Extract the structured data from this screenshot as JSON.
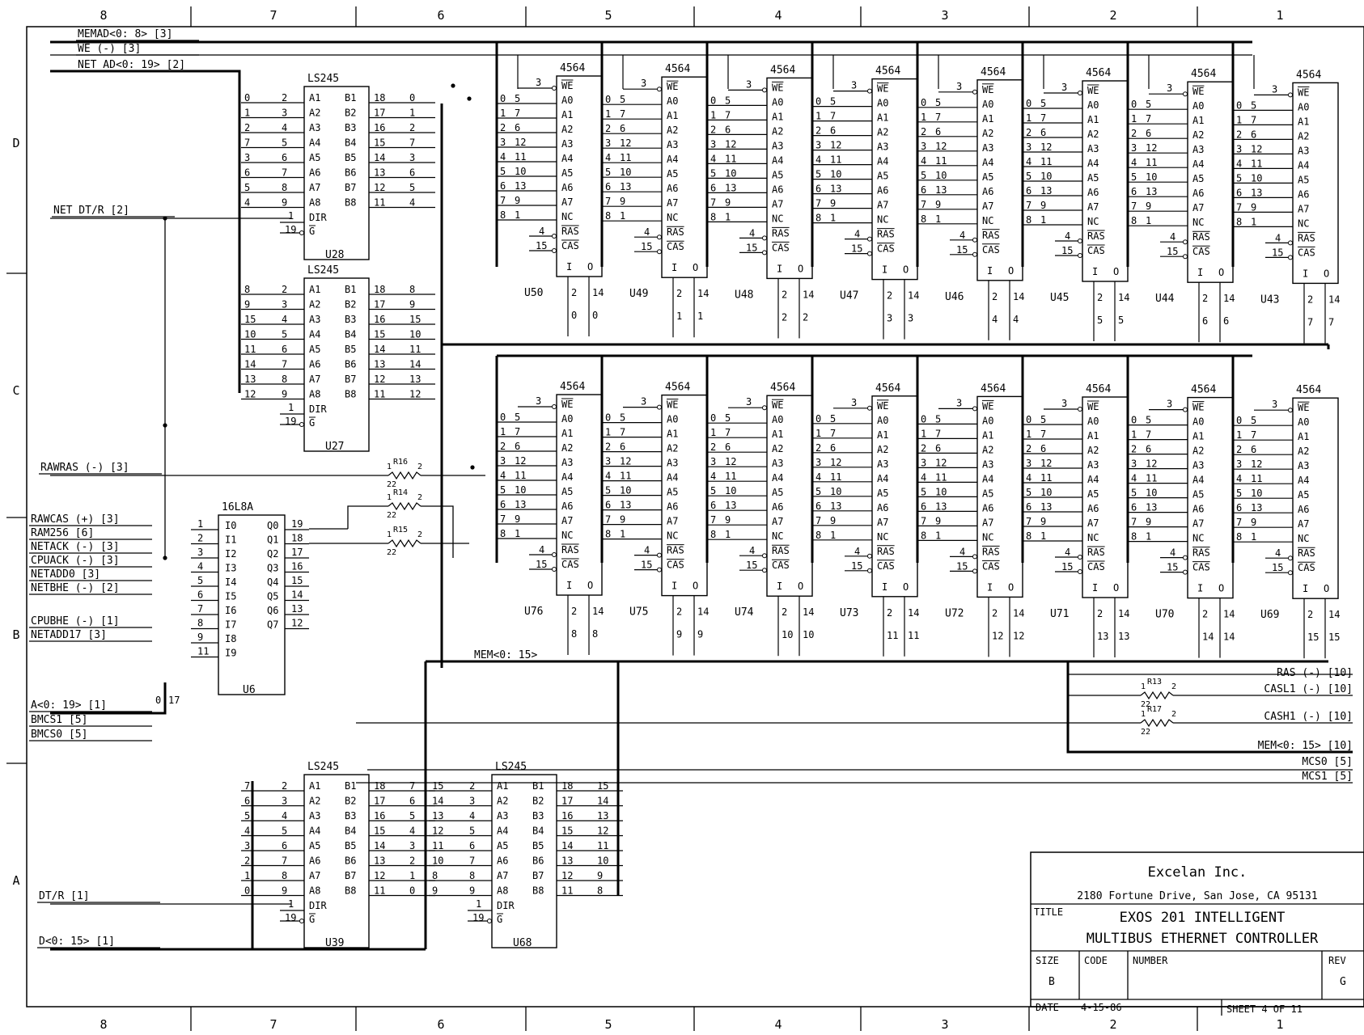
{
  "zones": {
    "columns": [
      "8",
      "7",
      "6",
      "5",
      "4",
      "3",
      "2",
      "1"
    ],
    "rows": [
      "D",
      "C",
      "B",
      "A"
    ]
  },
  "nets_left": {
    "memad": "MEMAD<0: 8> [3]",
    "we": "WE (-) [3]",
    "netad": "NET AD<0: 19> [2]",
    "netdtr": "NET DT/R [2]",
    "rawras": "RAWRAS (-) [3]",
    "rawcas": "RAWCAS (+) [3]",
    "ram256": "RAM256 [6]",
    "netack": "NETACK (-) [3]",
    "cpuack": "CPUACK (-) [3]",
    "netad0": "NETADD0 [3]",
    "netbhe": "NETBHE (-) [2]",
    "cpubhe": "CPUBHE (-) [1]",
    "netad17": "NETADD17 [3]",
    "a019": "A<0: 19> [1]",
    "bmcs1": "BMCS1 [5]",
    "bmcs0": "BMCS0 [5]",
    "dtr": "DT/R [1]",
    "d015": "D<0: 15> [1]",
    "mem015": "MEM<0: 15>",
    "a_bus_bits": [
      "0",
      "17"
    ]
  },
  "nets_right": {
    "ras": "RAS (-) [10]",
    "casl1": "CASL1 (-) [10]",
    "cash1": "CASH1 (-) [10]",
    "mem": "MEM<0: 15> [10]",
    "mcs0": "MCS0 [5]",
    "mcs1": "MCS1 [5]"
  },
  "resistors": [
    {
      "ref": "R16",
      "value": "22",
      "p1": "1",
      "p2": "2"
    },
    {
      "ref": "R14",
      "value": "22",
      "p1": "1",
      "p2": "2"
    },
    {
      "ref": "R15",
      "value": "22",
      "p1": "1",
      "p2": "2"
    },
    {
      "ref": "R13",
      "value": "22",
      "p1": "1",
      "p2": "2"
    },
    {
      "ref": "R17",
      "value": "22",
      "p1": "1",
      "p2": "2"
    }
  ],
  "pal": {
    "type": "16L8A",
    "ref": "U6",
    "inputs": [
      {
        "pin": "1",
        "name": "I0"
      },
      {
        "pin": "2",
        "name": "I1"
      },
      {
        "pin": "3",
        "name": "I2"
      },
      {
        "pin": "4",
        "name": "I3"
      },
      {
        "pin": "5",
        "name": "I4"
      },
      {
        "pin": "6",
        "name": "I5"
      },
      {
        "pin": "7",
        "name": "I6"
      },
      {
        "pin": "8",
        "name": "I7"
      },
      {
        "pin": "9",
        "name": "I8"
      },
      {
        "pin": "11",
        "name": "I9"
      }
    ],
    "outputs": [
      {
        "pin": "19",
        "name": "Q0"
      },
      {
        "pin": "18",
        "name": "Q1"
      },
      {
        "pin": "17",
        "name": "Q2"
      },
      {
        "pin": "16",
        "name": "Q3"
      },
      {
        "pin": "15",
        "name": "Q4"
      },
      {
        "pin": "14",
        "name": "Q5"
      },
      {
        "pin": "13",
        "name": "Q6"
      },
      {
        "pin": "12",
        "name": "Q7"
      }
    ]
  },
  "transceivers": [
    {
      "type": "LS245",
      "ref": "U28",
      "a_pins": [
        "2",
        "3",
        "4",
        "5",
        "6",
        "7",
        "8",
        "9"
      ],
      "b_pins": [
        "18",
        "17",
        "16",
        "15",
        "14",
        "13",
        "12",
        "11"
      ],
      "a_bits": [
        "0",
        "1",
        "2",
        "7",
        "3",
        "6",
        "5",
        "4"
      ],
      "b_bits": [
        "0",
        "1",
        "2",
        "7",
        "3",
        "6",
        "5",
        "4"
      ]
    },
    {
      "type": "LS245",
      "ref": "U27",
      "a_pins": [
        "2",
        "3",
        "4",
        "5",
        "6",
        "7",
        "8",
        "9"
      ],
      "b_pins": [
        "18",
        "17",
        "16",
        "15",
        "14",
        "13",
        "12",
        "11"
      ],
      "a_bits": [
        "8",
        "9",
        "15",
        "10",
        "11",
        "14",
        "13",
        "12"
      ],
      "b_bits": [
        "8",
        "9",
        "15",
        "10",
        "11",
        "14",
        "13",
        "12"
      ]
    },
    {
      "type": "LS245",
      "ref": "U39",
      "a_pins": [
        "2",
        "3",
        "4",
        "5",
        "6",
        "7",
        "8",
        "9"
      ],
      "b_pins": [
        "18",
        "17",
        "16",
        "15",
        "14",
        "13",
        "12",
        "11"
      ],
      "a_bits": [
        "7",
        "6",
        "5",
        "4",
        "3",
        "2",
        "1",
        "0"
      ],
      "b_bits": [
        "7",
        "6",
        "5",
        "4",
        "3",
        "2",
        "1",
        "0"
      ]
    },
    {
      "type": "LS245",
      "ref": "U68",
      "a_pins": [
        "2",
        "3",
        "4",
        "5",
        "6",
        "7",
        "8",
        "9"
      ],
      "b_pins": [
        "18",
        "17",
        "16",
        "15",
        "14",
        "13",
        "12",
        "11"
      ],
      "a_bits": [
        "15",
        "14",
        "13",
        "12",
        "11",
        "10",
        "8",
        "9"
      ],
      "b_bits": [
        "15",
        "14",
        "13",
        "12",
        "11",
        "10",
        "9",
        "8"
      ]
    }
  ],
  "ls245_pins": {
    "a": [
      "A1",
      "A2",
      "A3",
      "A4",
      "A5",
      "A6",
      "A7",
      "A8"
    ],
    "b": [
      "B1",
      "B2",
      "B3",
      "B4",
      "B5",
      "B6",
      "B7",
      "B8"
    ],
    "dir": "DIR",
    "g": "G",
    "dir_pin": "1",
    "g_pin": "19"
  },
  "dram": {
    "type": "4564",
    "pin_names": [
      "WE",
      "A0",
      "A1",
      "A2",
      "A3",
      "A4",
      "A5",
      "A6",
      "A7",
      "NC",
      "RAS",
      "CAS"
    ],
    "addr_pairs": [
      [
        "0",
        "5"
      ],
      [
        "1",
        "7"
      ],
      [
        "2",
        "6"
      ],
      [
        "3",
        "12"
      ],
      [
        "4",
        "11"
      ],
      [
        "5",
        "10"
      ],
      [
        "6",
        "13"
      ],
      [
        "7",
        "9"
      ],
      [
        "8",
        "1"
      ]
    ],
    "we_pin": "3",
    "ras_pin": "4",
    "cas_pin": "15",
    "io_labels": [
      "I",
      "O"
    ],
    "io_pins": [
      "2",
      "14"
    ],
    "top_row": [
      {
        "ref": "U50",
        "bit": "0"
      },
      {
        "ref": "U49",
        "bit": "1"
      },
      {
        "ref": "U48",
        "bit": "2"
      },
      {
        "ref": "U47",
        "bit": "3"
      },
      {
        "ref": "U46",
        "bit": "4"
      },
      {
        "ref": "U45",
        "bit": "5"
      },
      {
        "ref": "U44",
        "bit": "6"
      },
      {
        "ref": "U43",
        "bit": "7"
      }
    ],
    "bottom_row": [
      {
        "ref": "U76",
        "bit": "8"
      },
      {
        "ref": "U75",
        "bit": "9"
      },
      {
        "ref": "U74",
        "bit": "10"
      },
      {
        "ref": "U73",
        "bit": "11"
      },
      {
        "ref": "U72",
        "bit": "12"
      },
      {
        "ref": "U71",
        "bit": "13"
      },
      {
        "ref": "U70",
        "bit": "14"
      },
      {
        "ref": "U69",
        "bit": "15"
      }
    ]
  },
  "title_block": {
    "company": "Excelan Inc.",
    "address": "2180 Fortune Drive, San Jose, CA 95131",
    "title_label": "TITLE",
    "title1": "EXOS 201 INTELLIGENT",
    "title2": "MULTIBUS ETHERNET CONTROLLER",
    "size_label": "SIZE",
    "size": "B",
    "code_label": "CODE",
    "number_label": "NUMBER",
    "rev_label": "REV",
    "rev": "G",
    "date_label": "DATE",
    "date": "4-15-86",
    "sheet": "SHEET 4 OF 11"
  }
}
